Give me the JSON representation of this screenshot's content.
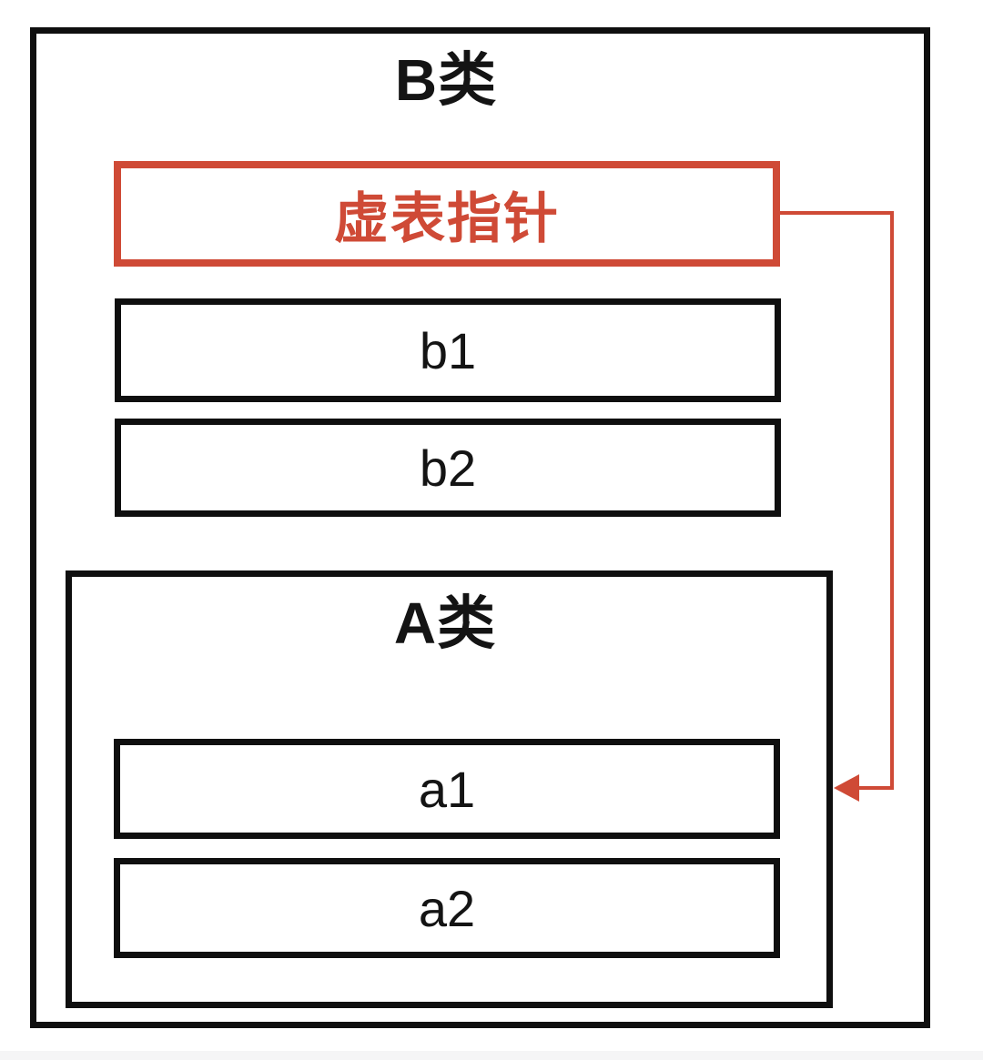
{
  "diagram": {
    "outer_class": {
      "title": "B类"
    },
    "vptr_box": {
      "label": "虚表指针"
    },
    "b_members": [
      {
        "label": "b1"
      },
      {
        "label": "b2"
      }
    ],
    "inner_class": {
      "title": "A类"
    },
    "a_members": [
      {
        "label": "a1"
      },
      {
        "label": "a2"
      }
    ],
    "arrow": {
      "description": "red arrow from 虚表指针 box, right then down, pointing left into A类 box"
    },
    "colors": {
      "accent_red": "#cf4a36",
      "line_black": "#0f0f0f",
      "background": "#ffffff",
      "bottom_strip": "#f5f5f6"
    }
  }
}
